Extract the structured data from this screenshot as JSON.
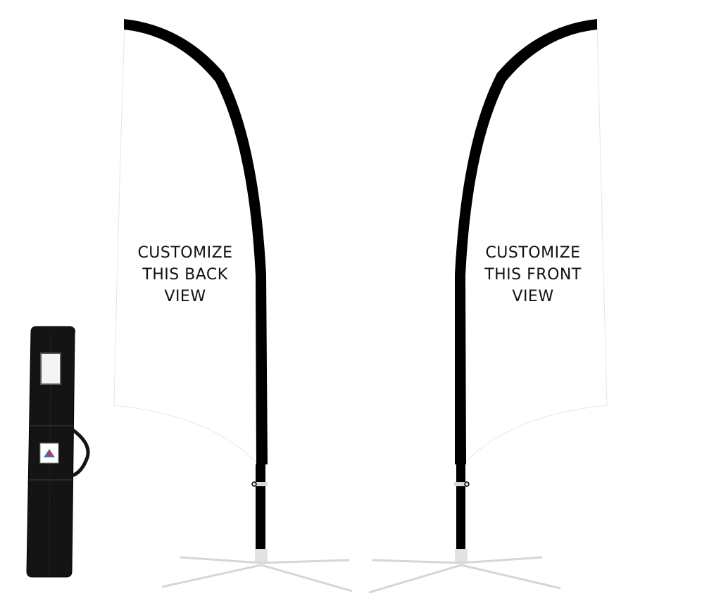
{
  "back_flag": {
    "lines": [
      "CUSTOMIZE",
      "THIS BACK",
      "VIEW"
    ]
  },
  "front_flag": {
    "lines": [
      "CUSTOMIZE",
      "THIS FRONT",
      "VIEW"
    ]
  },
  "colors": {
    "pole": "#000000",
    "fabric": "#ffffff",
    "base": "#d9d9d9",
    "bag": "#141414"
  }
}
